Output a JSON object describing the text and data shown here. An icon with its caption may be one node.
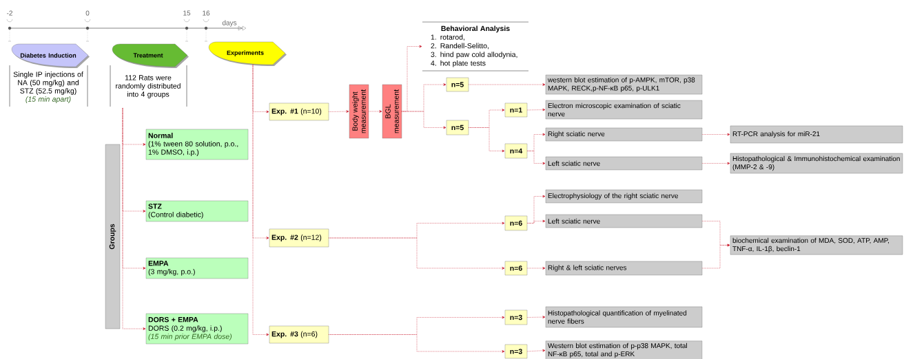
{
  "diagram": {
    "nodes": [
      {
        "text": [
          "Diabetes Induction"
        ],
        "beside": [
          "Single IP injections of NA (50 mg/kg) and STZ (52.5 mg/kg)",
          "(15 min apart)"
        ]
      },
      {
        "text": [
          "Treatment"
        ],
        "beside": [
          "112 Rats were randomly distributed into 4 groups"
        ]
      },
      {
        "text": [
          "Experiments"
        ]
      },
      {
        "text": [
          "Groups"
        ]
      },
      {
        "text": [
          "Normal",
          "(1% tween 80 solution, p.o., 1% DMSO, i.p.)"
        ]
      },
      {
        "text": [
          "STZ",
          "(Control diabetic)"
        ]
      },
      {
        "text": [
          "EMPA",
          "(3 mg/kg, p.o.)"
        ]
      },
      {
        "text": [
          "DORS + EMPA",
          "DORS (0.2 mg/kg, i.p.)",
          "(15 min prior EMPA dose)"
        ]
      },
      {
        "text": [
          "**Exp. #1** (n=10)"
        ]
      },
      {
        "text": [
          "**Exp. #2** (n=12)"
        ]
      },
      {
        "text": [
          "**Exp. #3** (n=6)"
        ]
      },
      {
        "text": [
          "Body weight measurement"
        ]
      },
      {
        "text": [
          "BGL measurement"
        ]
      },
      {
        "text": [
          "Behavioral Analysis",
          "1. rotarod,",
          "2. Randell-Selitto,",
          "3. hind paw cold allodynia,",
          "4. hot plate tests"
        ]
      },
      {
        "text": [
          "n=5"
        ]
      },
      {
        "text": [
          "n=5"
        ]
      },
      {
        "text": [
          "n=1"
        ]
      },
      {
        "text": [
          "n=4"
        ]
      },
      {
        "text": [
          "western blot estimation of p-AMPK, mTOR, p38 MAPK, RECK,p-NF-κB p65, p-ULK1"
        ]
      },
      {
        "text": [
          "Electron microscopic examination of sciatic nerve"
        ]
      },
      {
        "text": [
          "Right sciatic nerve"
        ]
      },
      {
        "text": [
          "Left sciatic nerve"
        ]
      },
      {
        "text": [
          "RT-PCR analysis for miR-21"
        ]
      },
      {
        "text": [
          "Histopathological & Immunohistochemical examination (MMP-2 & -9)"
        ]
      },
      {
        "text": [
          "n=6"
        ]
      },
      {
        "text": [
          "n=6"
        ]
      },
      {
        "text": [
          "Electrophysiology of the right sciatic nerve"
        ]
      },
      {
        "text": [
          "Left sciatic nerve"
        ]
      },
      {
        "text": [
          "Right & left sciatic nerves"
        ]
      },
      {
        "text": [
          "biochemical examination of MDA, SOD, ATP, AMP, TNF-α, IL-1β, beclin-1"
        ]
      },
      {
        "text": [
          "n=3"
        ]
      },
      {
        "text": [
          "n=3"
        ]
      },
      {
        "text": [
          "Histopathological quantification of myelinated nerve fibers"
        ]
      },
      {
        "text": [
          "Western blot estimation of p-p38 MAPK, total NF-κB p65, total and p-ERK"
        ]
      }
    ],
    "edges": [
      {
        "from": 1,
        "to": 4,
        "arrow": "to"
      },
      {
        "from": 1,
        "to": 5,
        "arrow": "to"
      },
      {
        "from": 1,
        "to": 6,
        "arrow": "to"
      },
      {
        "from": 1,
        "to": 7,
        "arrow": "to"
      },
      {
        "from": 2,
        "to": 8,
        "arrow": "to"
      },
      {
        "from": 2,
        "to": 9,
        "arrow": "to"
      },
      {
        "from": 2,
        "to": 10,
        "arrow": "to"
      },
      {
        "from": 8,
        "to": 11,
        "arrow": "to"
      },
      {
        "from": 11,
        "to": 12,
        "arrow": "to"
      },
      {
        "from": 12,
        "to": 13,
        "arrow": "to"
      },
      {
        "from": 12,
        "to": 14,
        "arrow": "to"
      },
      {
        "from": 12,
        "to": 15,
        "arrow": "to"
      },
      {
        "from": 14,
        "to": 18,
        "arrow": "to"
      },
      {
        "from": 15,
        "to": 16,
        "arrow": "to"
      },
      {
        "from": 15,
        "to": 17,
        "arrow": "to"
      },
      {
        "from": 16,
        "to": 19,
        "arrow": "to"
      },
      {
        "from": 17,
        "to": 20,
        "arrow": "to"
      },
      {
        "from": 17,
        "to": 21,
        "arrow": "to"
      },
      {
        "from": 20,
        "to": 22,
        "arrow": "to"
      },
      {
        "from": 21,
        "to": 23,
        "arrow": "to"
      },
      {
        "from": 9,
        "to": 24,
        "arrow": "to"
      },
      {
        "from": 9,
        "to": 25,
        "arrow": "to"
      },
      {
        "from": 24,
        "to": 26,
        "arrow": "to"
      },
      {
        "from": 24,
        "to": 27,
        "arrow": "to"
      },
      {
        "from": 25,
        "to": 28,
        "arrow": "to"
      },
      {
        "from": 27,
        "to": 29,
        "arrow": "to"
      },
      {
        "from": 28,
        "to": 29,
        "arrow": "to"
      },
      {
        "from": 10,
        "to": 30,
        "arrow": "to"
      },
      {
        "from": 10,
        "to": 31,
        "arrow": "to"
      },
      {
        "from": 30,
        "to": 32,
        "arrow": "to"
      },
      {
        "from": 31,
        "to": 33,
        "arrow": "to"
      }
    ],
    "labels": [
      "-2",
      "0",
      "15",
      "16",
      "days"
    ]
  }
}
